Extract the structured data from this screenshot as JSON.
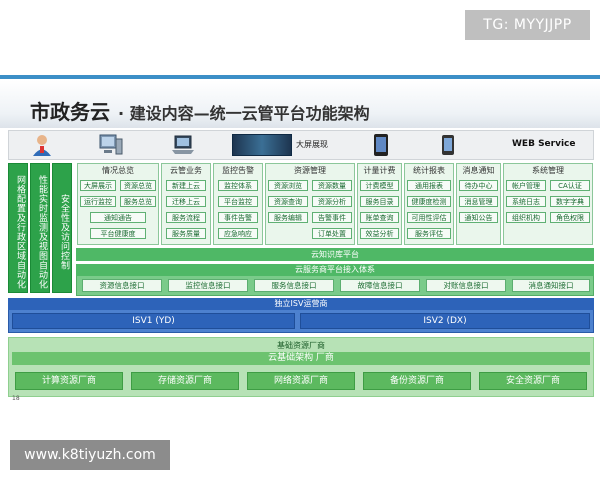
{
  "watermark_top": "TG: MYYJJPP",
  "watermark_bottom": "www.k8tiyuzh.com",
  "title": "市政务云",
  "subtitle": "· 建设内容—统一云管平台功能架构",
  "page_number": "18",
  "icon_row": {
    "bigscreen_label": "大屏展现",
    "web_label": "WEB Service"
  },
  "left_columns": [
    "网格配置及行政区域自动化",
    "性能实时监测及视图自动化",
    "安全性及访问控制"
  ],
  "modules": [
    {
      "title": "情况总览",
      "items": [
        "大屏展示",
        "资源总览",
        "运行监控",
        "服务总览",
        "通知通告",
        "平台健康度"
      ]
    },
    {
      "title": "云管业务",
      "items": [
        "新建上云",
        "迁移上云",
        "服务流程",
        "服务质量"
      ]
    },
    {
      "title": "监控告警",
      "items": [
        "监控体系",
        "平台监控",
        "事件告警",
        "应急响应"
      ]
    },
    {
      "title": "资源管理",
      "items": [
        "资源浏览",
        "资源数量",
        "资源查询",
        "资源分析",
        "服务编辑",
        "告警事件",
        "订单处置"
      ]
    },
    {
      "title": "计量计费",
      "items": [
        "计费模型",
        "服务目录",
        "账单查询",
        "效益分析"
      ]
    },
    {
      "title": "统计报表",
      "items": [
        "通用报表",
        "健康度检测",
        "可用性评估",
        "服务评估"
      ]
    },
    {
      "title": "消息通知",
      "items": [
        "待办中心",
        "消息管理",
        "通知公告"
      ]
    },
    {
      "title": "系统管理",
      "items": [
        "帐户管理",
        "CA认证",
        "系统日志",
        "数字字典",
        "组织机构",
        "角色权限"
      ]
    }
  ],
  "knowledge_bar": "云知识库平台",
  "isv_access": {
    "title": "云服务商平台接入体系",
    "buttons": [
      "资源信息接口",
      "监控信息接口",
      "服务信息接口",
      "故障信息接口",
      "对账信息接口",
      "消息通知接口"
    ]
  },
  "isv_operator": {
    "title": "独立ISV运营商",
    "items": [
      "ISV1 (YD)",
      "ISV2 (DX)"
    ]
  },
  "base": {
    "title": "基础资源厂商",
    "subtitle": "云基础架构 厂商",
    "vendors": [
      "计算资源厂商",
      "存储资源厂商",
      "网络资源厂商",
      "备份资源厂商",
      "安全资源厂商"
    ]
  },
  "colors": {
    "green_dark": "#2da24a",
    "green_bar": "#4fb866",
    "blue": "#2d63b9",
    "base_bg": "#b7e2b6"
  }
}
